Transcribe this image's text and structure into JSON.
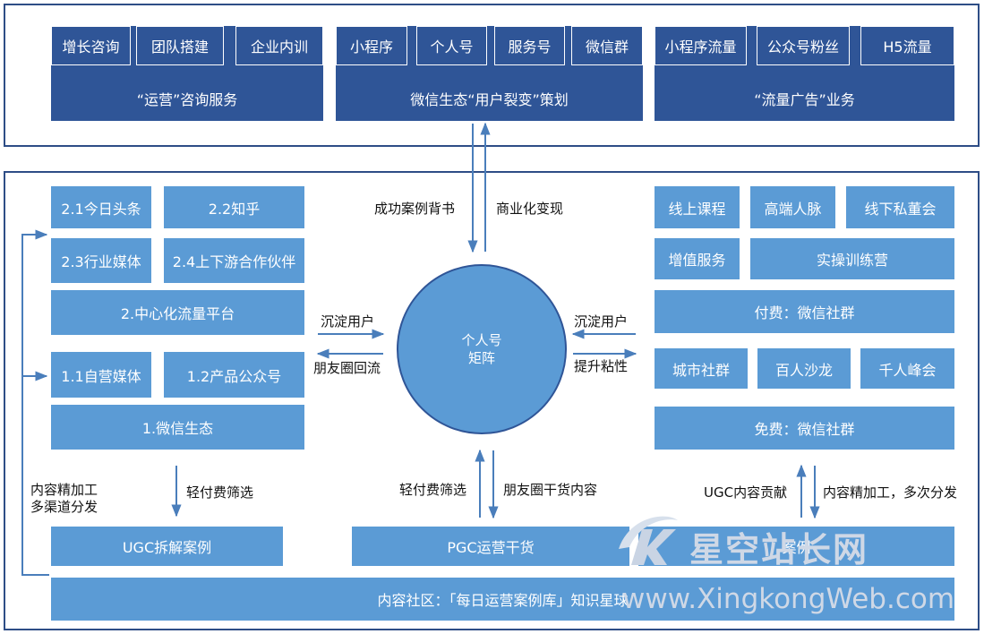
{
  "colors": {
    "dark_blue": "#2f5597",
    "mid_blue": "#5b9bd5",
    "frame": "#2e4d86",
    "arrow": "#4a7ebb"
  },
  "top": {
    "consulting": {
      "items": [
        "增长咨询",
        "团队搭建",
        "企业内训"
      ],
      "title": "“运营”咨询服务"
    },
    "wechat": {
      "items": [
        "小程序",
        "个人号",
        "服务号",
        "微信群"
      ],
      "title": "微信生态“用户裂变”策划"
    },
    "ads": {
      "items": [
        "小程序流量",
        "公众号粉丝",
        "H5流量"
      ],
      "title": "“流量广告”业务"
    }
  },
  "links": {
    "success_cases": "成功案例背书",
    "commercial": "商业化变现"
  },
  "left": {
    "platform": {
      "items": [
        "2.1今日头条",
        "2.2知乎",
        "2.3行业媒体",
        "2.4上下游合作伙伴"
      ],
      "title": "2.中心化流量平台"
    },
    "wechat_eco": {
      "items": [
        "1.1自营媒体",
        "1.2产品公众号"
      ],
      "title": "1.微信生态"
    }
  },
  "right": {
    "paid": {
      "items": [
        "线上课程",
        "高端人脉",
        "线下私董会",
        "增值服务",
        "实操训练营"
      ],
      "title": "付费：微信社群"
    },
    "free": {
      "items": [
        "城市社群",
        "百人沙龙",
        "千人峰会"
      ],
      "title": "免费：微信社群"
    }
  },
  "center": {
    "line1": "个人号",
    "line2": "矩阵"
  },
  "flows": {
    "left_in": "沉淀用户",
    "left_out": "朋友圈回流",
    "right_in": "沉淀用户",
    "right_out": "提升粘性",
    "loop": "内容精加工\n多渠道分发",
    "left_down": "轻付费筛选",
    "center_up": "轻付费筛选",
    "center_down": "朋友圈干货内容",
    "right_up": "UGC内容贡献",
    "right_down": "内容精加工，多次分发"
  },
  "bottom": {
    "ugc": "UGC拆解案例",
    "pgc": "PGC运营干货",
    "third": "案例",
    "community": "内容社区：「每日运营案例库」知识星球"
  },
  "watermark": {
    "cn": "星空站长网",
    "url": "www.XingkongWeb.com"
  }
}
